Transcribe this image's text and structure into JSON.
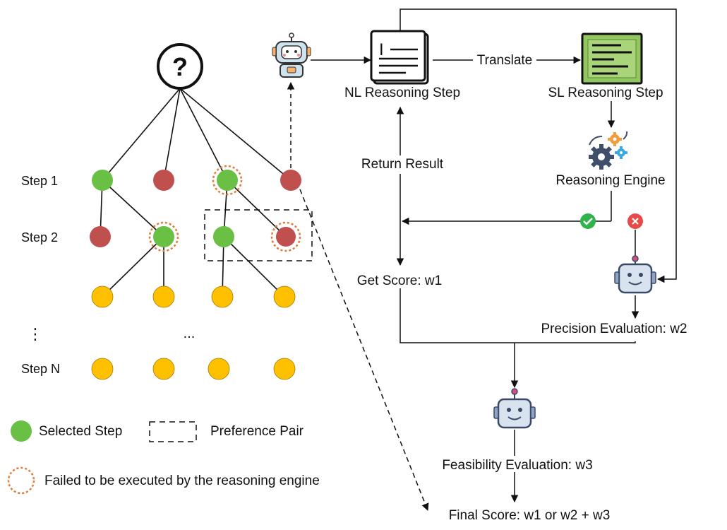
{
  "colors": {
    "selected": "#6abf45",
    "node_red": "#c0504d",
    "node_yellow": "#ffc000",
    "failed_ring": "#e07b39",
    "line": "#111111",
    "doc_green": "#92c760",
    "robot_body": "#d9e3f0",
    "robot_face": "#3a4a66"
  },
  "question_mark": "?",
  "step_labels": {
    "step1": "Step 1",
    "step2": "Step 2",
    "vdots": "⋮",
    "hdots": "...",
    "stepN": "Step N"
  },
  "flow": {
    "translate": "Translate",
    "nl_step": "NL Reasoning Step",
    "sl_step": "SL Reasoning Step",
    "reasoning_engine": "Reasoning Engine",
    "return_result": "Return Result",
    "get_score": "Get Score: w1",
    "precision": "Precision Evaluation: w2",
    "feasibility": "Feasibility Evaluation: w3",
    "final_score": "Final Score: w1 or w2 + w3"
  },
  "legend": {
    "selected": "Selected Step",
    "preference": "Preference Pair",
    "failed": "Failed to be executed by the reasoning engine"
  },
  "icons": {
    "robot": "robot-icon",
    "document": "document-icon",
    "code_screen": "code-screen-icon",
    "gears": "gears-icon",
    "check": "check-icon",
    "cross": "cross-icon",
    "question": "question-icon"
  }
}
